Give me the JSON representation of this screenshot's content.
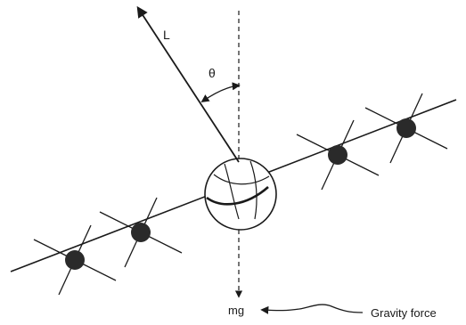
{
  "diagram": {
    "labels": {
      "angular_momentum": "L",
      "angle": "θ",
      "weight": "mg",
      "gravity_caption": "Gravity force"
    },
    "colors": {
      "ink": "#1a1a1a",
      "satellite_fill": "#2a2a2a",
      "background": "#ffffff"
    }
  }
}
